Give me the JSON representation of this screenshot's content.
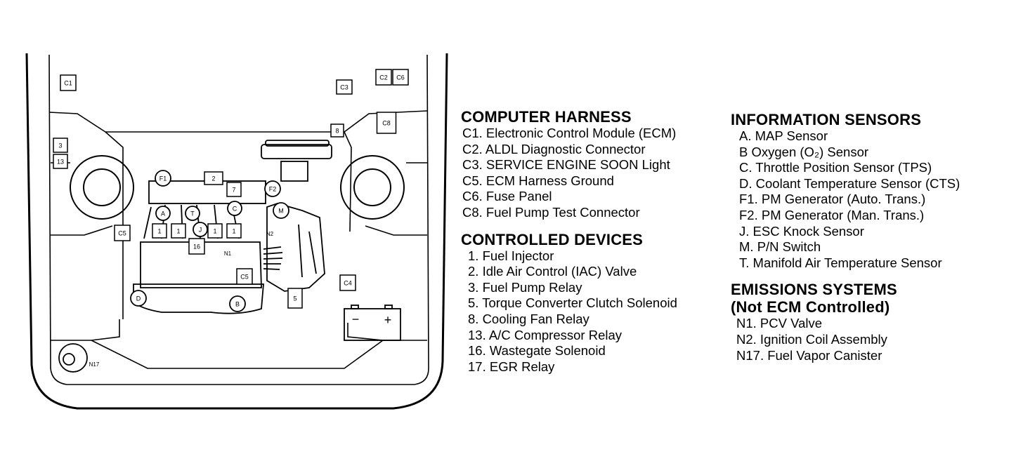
{
  "diagram": {
    "connector_tags": [
      "C1",
      "C3",
      "C2",
      "C6",
      "C8",
      "C5",
      "C5",
      "C4"
    ],
    "device_tags": [
      "3",
      "13",
      "8",
      "1",
      "1",
      "1",
      "1",
      "16",
      "5",
      "7",
      "2"
    ],
    "sensor_tags": [
      "F1",
      "F2",
      "A",
      "T",
      "C",
      "M",
      "J",
      "D",
      "B"
    ],
    "emission_tags": [
      "N2",
      "N1",
      "N17"
    ],
    "battery_terminals": [
      "−",
      "+"
    ]
  },
  "legend": {
    "computer_harness": {
      "heading": "COMPUTER HARNESS",
      "items": [
        "C1. Electronic Control Module (ECM)",
        "C2. ALDL Diagnostic Connector",
        "C3. SERVICE ENGINE SOON Light",
        "C5. ECM Harness Ground",
        "C6. Fuse Panel",
        "C8. Fuel Pump Test Connector"
      ]
    },
    "controlled_devices": {
      "heading": "CONTROLLED DEVICES",
      "items": [
        " 1. Fuel Injector",
        " 2. Idle Air Control (IAC) Valve",
        " 3. Fuel Pump Relay",
        " 5. Torque Converter Clutch Solenoid",
        " 8. Cooling Fan Relay",
        "13. A/C Compressor Relay",
        "16. Wastegate Solenoid",
        "17. EGR Relay"
      ]
    },
    "information_sensors": {
      "heading": "INFORMATION SENSORS",
      "items": [
        "A. MAP Sensor",
        "B  Oxygen (O₂) Sensor",
        "C. Throttle Position Sensor (TPS)",
        "D. Coolant Temperature Sensor (CTS)",
        "F1. PM Generator (Auto. Trans.)",
        "F2. PM Generator (Man. Trans.)",
        "J. ESC Knock Sensor",
        "M. P/N Switch",
        "T. Manifold Air Temperature Sensor"
      ]
    },
    "emissions_systems": {
      "heading": "EMISSIONS SYSTEMS",
      "subheading": "(Not ECM Controlled)",
      "items": [
        "N1. PCV Valve",
        "N2. Ignition Coil Assembly",
        "N17. Fuel Vapor Canister"
      ]
    }
  }
}
